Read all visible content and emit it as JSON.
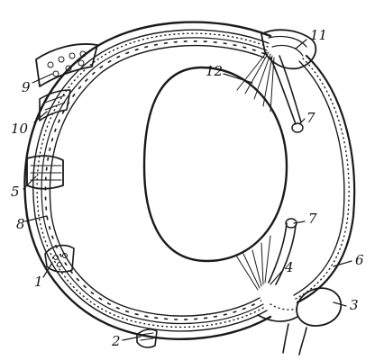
{
  "labels": [
    {
      "id": "1",
      "text": "1"
    },
    {
      "id": "2",
      "text": "2"
    },
    {
      "id": "3",
      "text": "3"
    },
    {
      "id": "4",
      "text": "4"
    },
    {
      "id": "5",
      "text": "5"
    },
    {
      "id": "6",
      "text": "6"
    },
    {
      "id": "7a",
      "text": "7"
    },
    {
      "id": "7b",
      "text": "7"
    },
    {
      "id": "8",
      "text": "8"
    },
    {
      "id": "9",
      "text": "9"
    },
    {
      "id": "10",
      "text": "10"
    },
    {
      "id": "11",
      "text": "11"
    },
    {
      "id": "12",
      "text": "12"
    }
  ],
  "colors": {
    "ink": "#1a1a1a",
    "paper": "#ffffff"
  }
}
